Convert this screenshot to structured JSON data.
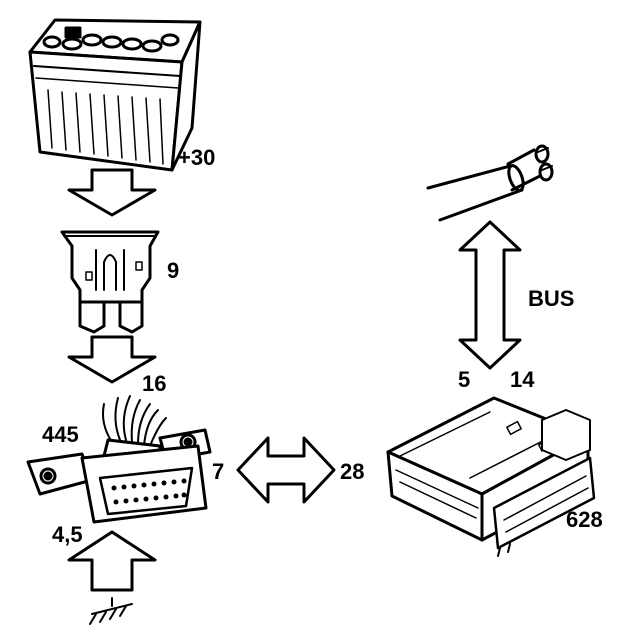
{
  "labels": {
    "battery_terminal": "+30",
    "fuse_number": "9",
    "connector_pin": "16",
    "wire_number": "445",
    "ground_pins": "4,5",
    "connector_line_pin": "7",
    "module_line_pin": "28",
    "bus_pin_a": "5",
    "bus_pin_b": "14",
    "bus_label": "BUS",
    "module_number": "628"
  },
  "colors": {
    "ink": "#000000",
    "paper": "#ffffff"
  },
  "icons": [
    "battery-icon",
    "fuse-icon",
    "diagnostic-connector-icon",
    "control-module-icon",
    "bus-cable-icon",
    "ground-symbol-icon"
  ]
}
